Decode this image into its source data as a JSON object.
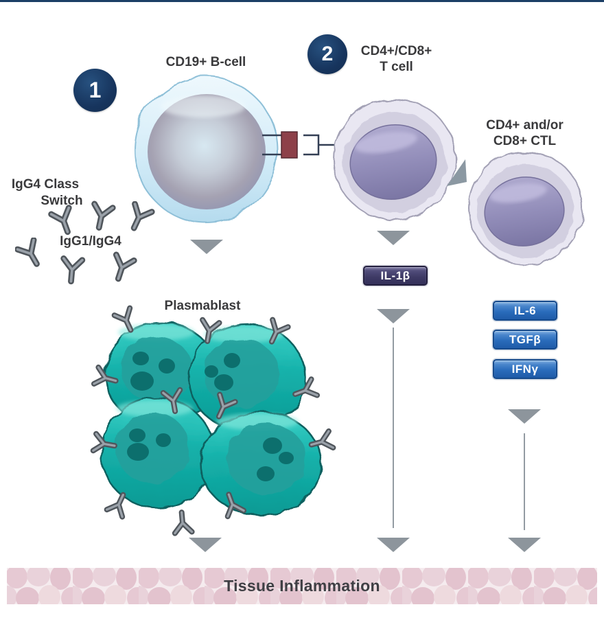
{
  "diagram": {
    "steps": [
      {
        "number": "1"
      },
      {
        "number": "2"
      }
    ],
    "labels": {
      "b_cell": "CD19+ B-cell",
      "t_cell_line1": "CD4+/CD8+",
      "t_cell_line2": "T cell",
      "ctl_line1": "CD4+ and/or",
      "ctl_line2": "CD8+ CTL",
      "class_switch_line1": "IgG4 Class",
      "class_switch_line2": "Switch",
      "antibody_isotypes": "IgG1/IgG4",
      "plasmablast": "Plasmablast"
    },
    "cytokines": {
      "t_cell_output": [
        {
          "label": "IL-1β"
        }
      ],
      "ctl_output": [
        {
          "label": "IL-6"
        },
        {
          "label": "TGFβ"
        },
        {
          "label": "IFNγ"
        }
      ]
    },
    "outcome": {
      "label": "Tissue Inflammation"
    },
    "colors": {
      "step_badge": "#17355e",
      "il1b_badge": "#413d68",
      "cytokine_badge": "#2e6fc0",
      "arrow": "#8d959c",
      "plasmablast_cell": "#12aca5",
      "t_cell_nucleus": "#908cba",
      "b_cell_outer": "#cfe9f6",
      "antigen": "#8d4049",
      "tissue_band": "#f3e7ea"
    }
  }
}
